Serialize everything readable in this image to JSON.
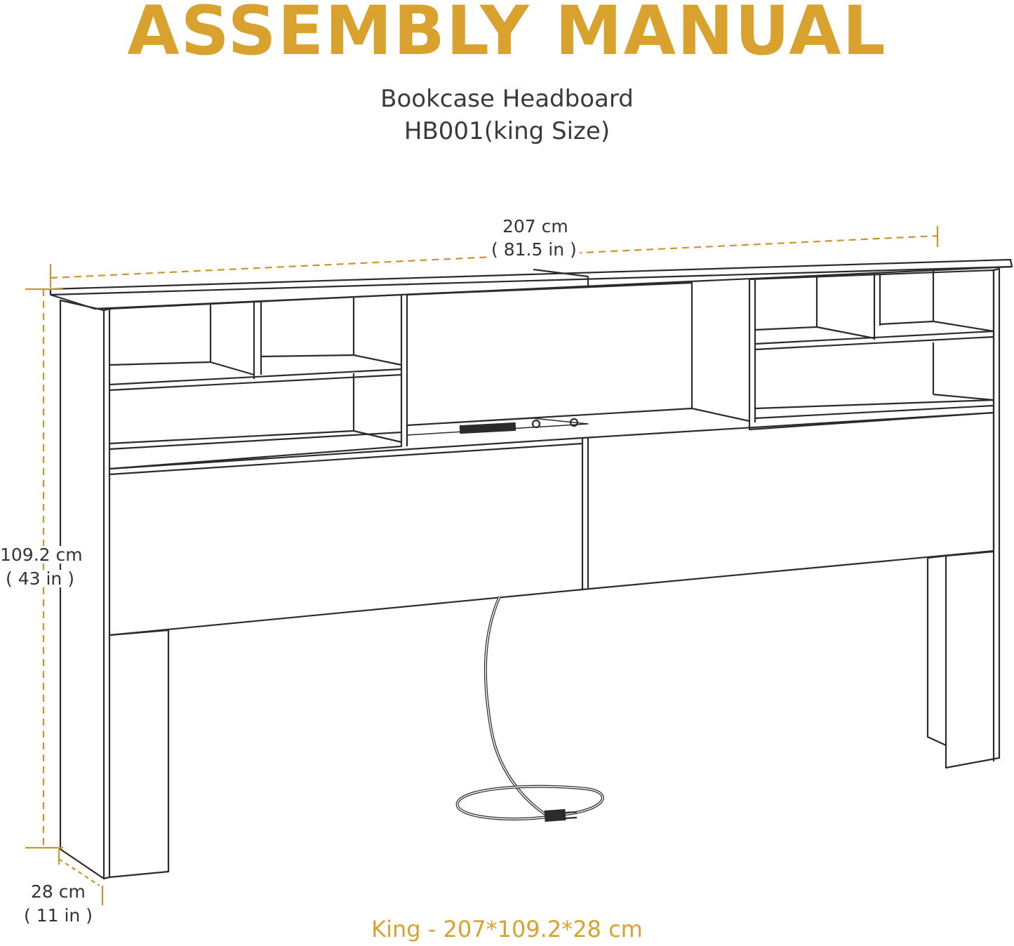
{
  "title": "ASSEMBLY MANUAL",
  "product": {
    "name": "Bookcase Headboard",
    "model": "HB001(king Size)"
  },
  "dimensions": {
    "width_cm": "207 cm",
    "width_in": "( 81.5 in )",
    "height_cm": "109.2 cm",
    "height_in": "( 43 in )",
    "depth_cm": "28 cm",
    "depth_in": "( 11 in )"
  },
  "spec_line": "King - 207*109.2*28 cm",
  "colors": {
    "accent": "#d9a12e",
    "dim_line": "#c9962b",
    "ink": "#333333"
  }
}
